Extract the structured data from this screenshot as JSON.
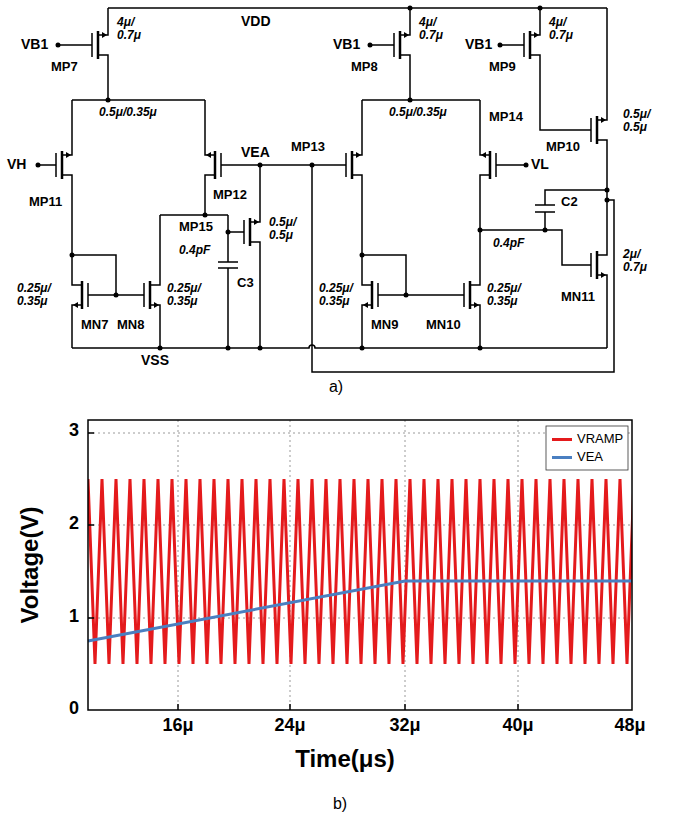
{
  "diagram": {
    "labels": [
      "VDD",
      "VB1",
      "4μ/ 0.7μ",
      "MP7",
      "VB1",
      "4μ/ 0.7μ",
      "MP8",
      "VB1",
      "4μ/ 0.7μ",
      "MP9",
      "VH",
      "0.5μ/0.35μ",
      "MP11",
      "MP12",
      "VEA",
      "MP15",
      "0.4pF",
      "C3",
      "0.5μ/ 0.5μ",
      "MP13",
      "0.5μ/0.35μ",
      "MP14",
      "VL",
      "C2",
      "0.4pF",
      "MP10",
      "0.5μ/ 0.5μ",
      "2μ/ 0.7μ",
      "MN11",
      "0.25μ/ 0.35μ",
      "MN7",
      "0.25μ/ 0.35μ",
      "MN8",
      "0.25μ/ 0.35μ",
      "MN9",
      "0.25μ/ 0.35μ",
      "MN10",
      "VSS",
      "a)",
      "3",
      "2",
      "1",
      "0",
      "Voltage(V)",
      "16μ",
      "24μ",
      "32μ",
      "40μ",
      "48μ",
      "Time(μs)",
      "b)"
    ],
    "legend": [
      {
        "text": "VRAMP",
        "color": "#e41a1c"
      },
      {
        "text": "VEA",
        "color": "#4a7fc1"
      }
    ]
  }
}
